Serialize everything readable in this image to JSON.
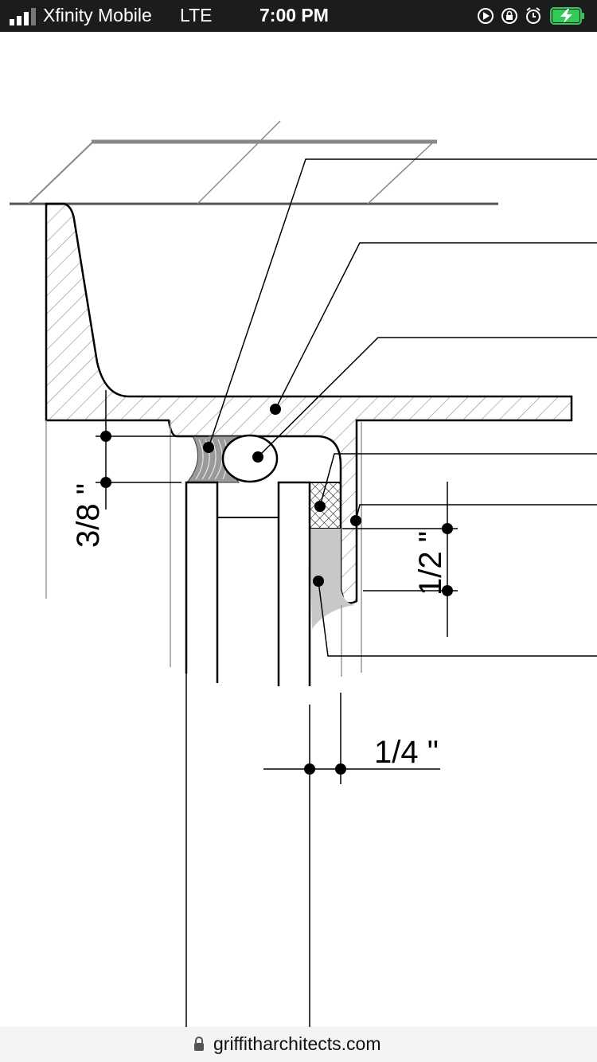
{
  "status_bar": {
    "carrier": "Xfinity Mobile",
    "network": "LTE",
    "time": "7:00 PM",
    "icons": [
      "signal-icon",
      "screen-record-icon",
      "orientation-lock-icon",
      "alarm-icon",
      "battery-charging-icon"
    ],
    "battery_color": "#34c759"
  },
  "drawing": {
    "dimensions": {
      "left_gap": "3/8 \"",
      "right_height": "1/2 \"",
      "bottom_width": "1/4 \""
    }
  },
  "url_bar": {
    "url": "griffitharchitects.com"
  }
}
